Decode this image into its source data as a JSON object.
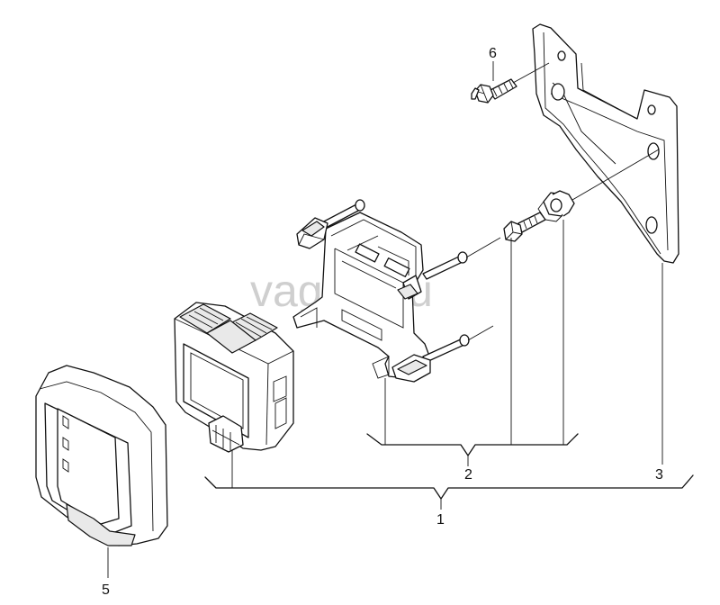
{
  "watermark": "vagteil.ru",
  "parts": {
    "p1": "1",
    "p2": "2",
    "p3": "3",
    "p5": "5",
    "p6": "6"
  }
}
